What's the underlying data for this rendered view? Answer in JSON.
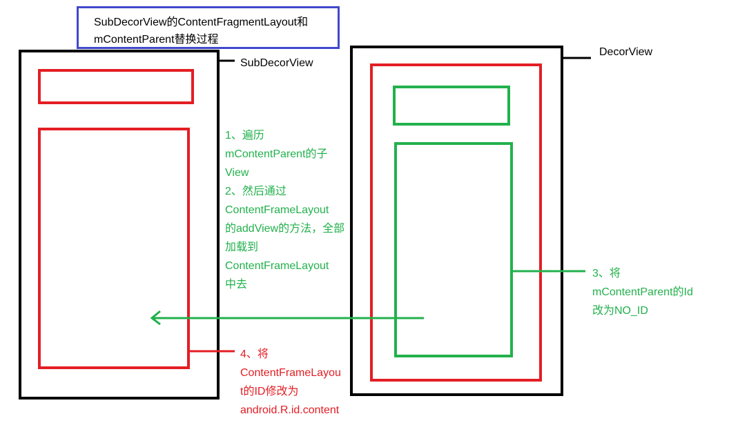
{
  "title": {
    "line1": "SubDecorView的ContentFragmentLayout和",
    "line2": "mContentParent替换过程"
  },
  "labels": {
    "sub_decor_view": "SubDecorView",
    "decor_view": "DecorView"
  },
  "step12": [
    "1、遍历",
    "mContentParent的子",
    "View",
    "2、然后通过",
    "ContentFrameLayout",
    "的addView的方法，全部",
    "加载到",
    "ContentFrameLayout",
    "中去"
  ],
  "step3": [
    "3、将",
    "mContentParent的Id",
    "改为NO_ID"
  ],
  "step4": [
    "4、将",
    "ContentFrameLayou",
    "t的ID修改为",
    "android.R.id.content"
  ],
  "colors": {
    "title_border": "#3f48cc",
    "frame": "#000000",
    "red": "#e31e24",
    "green": "#22b14c"
  }
}
